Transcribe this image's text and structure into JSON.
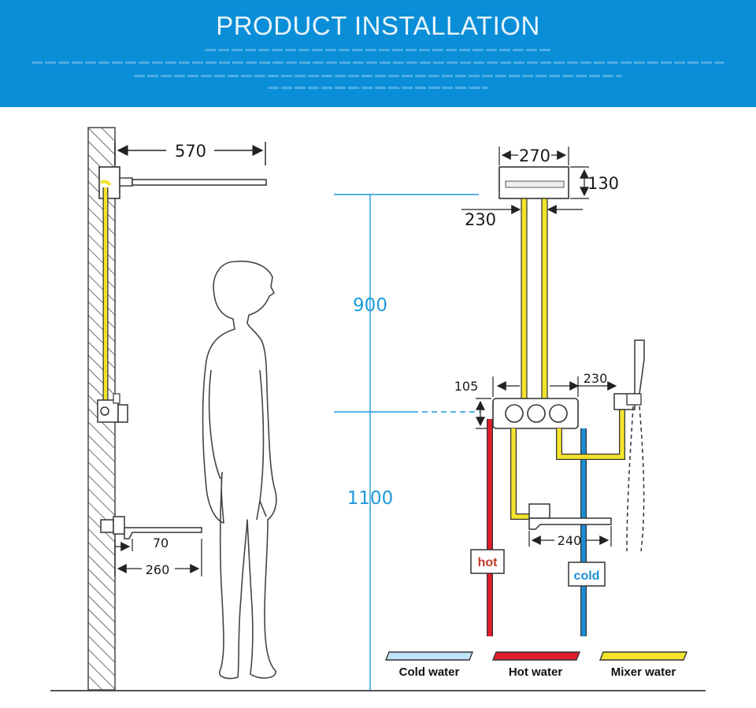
{
  "header": {
    "title": "PRODUCT INSTALLATION",
    "color": "#0a8ed8"
  },
  "diagram": {
    "dimensions": {
      "shower_arm": "570",
      "rain_width": "270",
      "rain_height": "130",
      "rain_offset": "230",
      "ceiling_height": "900",
      "valve_height": "1100",
      "valve_depth": "105",
      "handheld_offset": "230",
      "spout_projection": "240",
      "side_spout_small": "70",
      "side_spout_large": "260"
    },
    "tags": {
      "hot": "hot",
      "cold": "cold"
    },
    "colors": {
      "hot": "#e11d2a",
      "cold": "#1b8fd6",
      "mixer": "#f4e32c",
      "cold_light": "#bfe3f7",
      "dim_blue": "#1d9ad8"
    },
    "icons": [
      "wall-hatch-icon",
      "person-silhouette-icon",
      "rain-shower-icon",
      "valve-icon",
      "hand-shower-icon",
      "spout-icon"
    ]
  },
  "legend": {
    "cold": "Cold water",
    "hot": "Hot water",
    "mixer": "Mixer water"
  }
}
